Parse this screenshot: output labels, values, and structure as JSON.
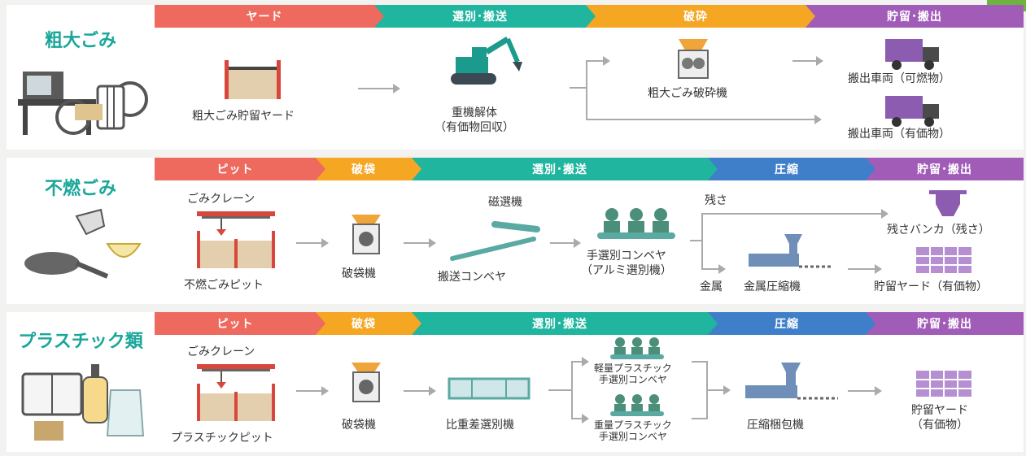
{
  "colors": {
    "red": "#ee6a5f",
    "green": "#1fb59f",
    "orange": "#f5a623",
    "blue": "#3f7fc9",
    "purple": "#a15cb8",
    "teal": "#1aa79a"
  },
  "bulky": {
    "title": "粗大ごみ",
    "stages": [
      "ヤード",
      "選別･搬送",
      "破砕",
      "貯留･搬出"
    ],
    "yard": "粗大ごみ貯留ヤード",
    "dismantle": [
      "重機解体",
      "（有価物回収）"
    ],
    "crusher": "粗大ごみ破砕機",
    "truck_burnable": "搬出車両（可燃物）",
    "truck_valuable": "搬出車両（有価物）"
  },
  "noncombustible": {
    "title": "不燃ごみ",
    "stages": [
      "ピット",
      "破袋",
      "選別･搬送",
      "圧縮",
      "貯留･搬出"
    ],
    "crane": "ごみクレーン",
    "pit": "不燃ごみピット",
    "bag_breaker": "破袋機",
    "magnet": "磁選機",
    "conveyor": "搬送コンベヤ",
    "hand_sort": [
      "手選別コンベヤ",
      "（アルミ選別機）"
    ],
    "residue_label": "残さ",
    "metal_label": "金属",
    "metal_press": "金属圧縮機",
    "residue_bunker": "残さバンカ（残さ）",
    "storage_yard": "貯留ヤード（有価物）"
  },
  "plastic": {
    "title": "プラスチック類",
    "stages": [
      "ピット",
      "破袋",
      "選別･搬送",
      "圧縮",
      "貯留･搬出"
    ],
    "crane": "ごみクレーン",
    "pit": "プラスチックピット",
    "bag_breaker": "破袋機",
    "gravity_sorter": "比重差選別機",
    "light_sort": [
      "軽量プラスチック",
      "手選別コンベヤ"
    ],
    "heavy_sort": [
      "重量プラスチック",
      "手選別コンベヤ"
    ],
    "baler": "圧縮梱包機",
    "storage_yard": [
      "貯留ヤード",
      "（有価物）"
    ]
  }
}
